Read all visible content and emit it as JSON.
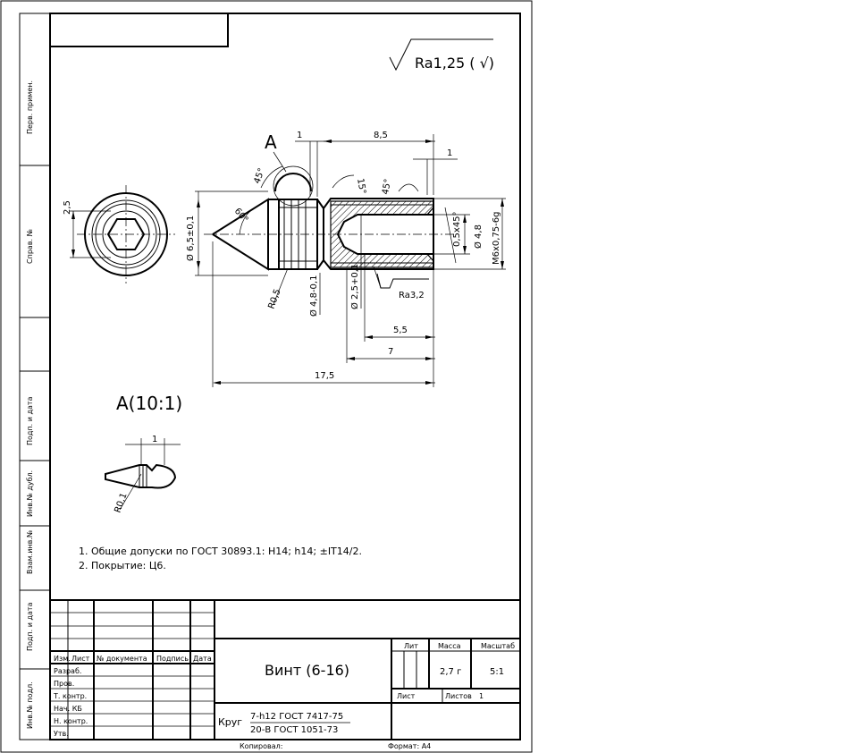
{
  "roughness_general": "Ra1,25 ( √)",
  "roughness_local": "Ra3,2",
  "view_label_a": "A",
  "detail_label": "A(10:1)",
  "dimensions": {
    "d_2_5": "2,5",
    "d_1_top": "1",
    "d_8_5": "8,5",
    "d_1_right": "1",
    "angle_45_left": "45°",
    "angle_60": "60°",
    "angle_15": "15°",
    "angle_45_right": "45°",
    "dia_6_5": "Ø 6,5±0,1",
    "dia_4_8_bore": "Ø 4,8",
    "thread": "M6x0,75-6g",
    "chamfer": "0,5x45°",
    "r_0_5": "R0,5",
    "dia_4_8_groove": "Ø 4,8-0,1",
    "dia_2_5": "Ø 2,5+0,1",
    "d_5_5": "5,5",
    "d_7": "7",
    "d_17_5": "17,5",
    "detail_1": "1",
    "detail_r": "R0,1"
  },
  "notes": [
    "1. Общие допуски по ГОСТ 30893.1: H14; h14; ±IT14/2.",
    "2. Покрытие: Ц6."
  ],
  "side_stamps": [
    "Перв. примен.",
    "Справ. №",
    "Подп. и дата",
    "Инв.№ дубл.",
    "Взам.инв.№",
    "Подп. и дата",
    "Инв.№ подл."
  ],
  "title_block": {
    "col_headers": [
      "Изм.",
      "Лист",
      "№ документа",
      "Подпись",
      "Дата"
    ],
    "roles": [
      "Разраб.",
      "Пров.",
      "Т. контр.",
      "Нач. КБ",
      "Н. контр.",
      "Утв."
    ],
    "name": "Винт (6-16)",
    "lit_label": "Лит",
    "mass_label": "Масса",
    "scale_label": "Масштаб",
    "mass": "2,7 г",
    "scale": "5:1",
    "sheet_label": "Лист",
    "sheets_label": "Листов",
    "sheets": "1",
    "material_prefix": "Круг",
    "material_top": "7-h12 ГОСТ 7417-75",
    "material_bottom": "20-В ГОСТ 1051-73",
    "copied": "Копировал:",
    "format": "Формат: А4"
  }
}
